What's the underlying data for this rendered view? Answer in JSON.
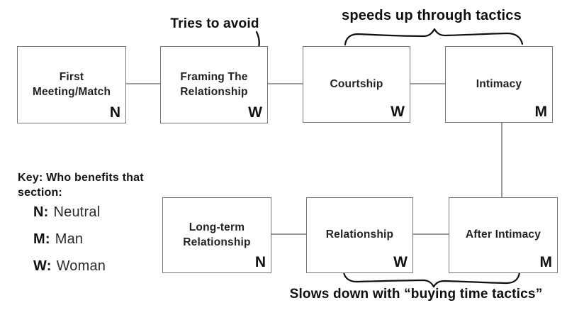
{
  "diagram": {
    "annotations": {
      "tries_to_avoid": "Tries to avoid",
      "speeds_up": "speeds up through tactics",
      "slows_down": "Slows down with “buying time tactics”"
    },
    "key": {
      "heading": "Key: Who benefits that\nsection:",
      "entries": [
        {
          "code": "N:",
          "label": "Neutral"
        },
        {
          "code": "M:",
          "label": "Man"
        },
        {
          "code": "W:",
          "label": "Woman"
        }
      ]
    },
    "boxes": [
      {
        "label": "First\nMeeting/Match",
        "benefit": "N"
      },
      {
        "label": "Framing The\nRelationship",
        "benefit": "W"
      },
      {
        "label": "Courtship",
        "benefit": "W"
      },
      {
        "label": "Intimacy",
        "benefit": "M"
      },
      {
        "label": "Long-term\nRelationship",
        "benefit": "N"
      },
      {
        "label": "Relationship",
        "benefit": "W"
      },
      {
        "label": "After Intimacy",
        "benefit": "M"
      }
    ],
    "colors": {
      "background": "#ffffff",
      "box_border": "#757575",
      "connector": "#7a7a7a",
      "box_text": "#222222",
      "annotation_ink": "#0d0d0d"
    }
  }
}
